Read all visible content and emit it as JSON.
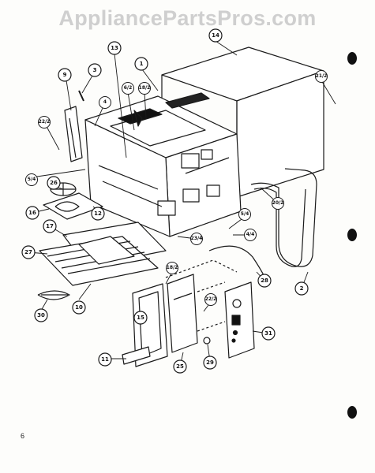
{
  "watermark": "AppliancePartsPros.com",
  "page_number": "6",
  "callouts": [
    {
      "id": "c1",
      "text": "1"
    },
    {
      "id": "c2",
      "text": "2"
    },
    {
      "id": "c3",
      "text": "3"
    },
    {
      "id": "c4",
      "text": "4"
    },
    {
      "id": "c9",
      "text": "9"
    },
    {
      "id": "c10",
      "text": "10"
    },
    {
      "id": "c11",
      "text": "11"
    },
    {
      "id": "c12",
      "text": "12"
    },
    {
      "id": "c13",
      "text": "13"
    },
    {
      "id": "c14",
      "text": "14"
    },
    {
      "id": "c15",
      "text": "15"
    },
    {
      "id": "c16",
      "text": "16"
    },
    {
      "id": "c17",
      "text": "17"
    },
    {
      "id": "c25",
      "text": "25"
    },
    {
      "id": "c26",
      "text": "26"
    },
    {
      "id": "c27",
      "text": "27"
    },
    {
      "id": "c28",
      "text": "28"
    },
    {
      "id": "c29",
      "text": "29"
    },
    {
      "id": "c30",
      "text": "30"
    },
    {
      "id": "c31",
      "text": "31"
    },
    {
      "id": "c4b",
      "text": "4"
    },
    {
      "id": "c22a",
      "text": "22/2"
    },
    {
      "id": "c4_4",
      "text": "4/4"
    },
    {
      "id": "c5_4",
      "text": "5/4"
    },
    {
      "id": "c6_2",
      "text": "6/2"
    },
    {
      "id": "c18_2a",
      "text": "18/2"
    },
    {
      "id": "c21_2",
      "text": "21/2"
    },
    {
      "id": "c20_2",
      "text": "20/2"
    },
    {
      "id": "c5_4b",
      "text": "5/4"
    },
    {
      "id": "c23_4",
      "text": "23/4"
    },
    {
      "id": "c18_2b",
      "text": "18/2"
    },
    {
      "id": "c22b",
      "text": "22/2"
    }
  ]
}
